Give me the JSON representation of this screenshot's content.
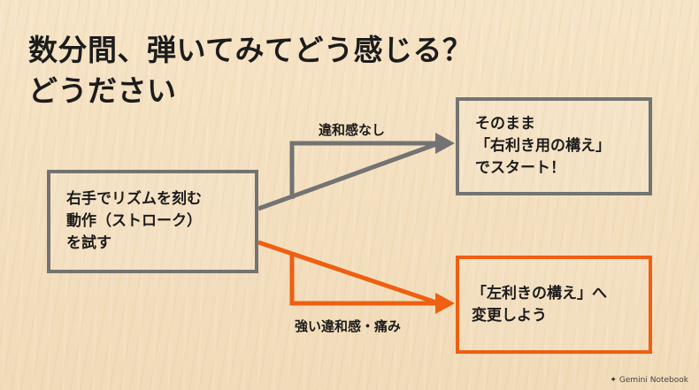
{
  "title": {
    "line1": "数分間、弾いてみてどう感じる？",
    "line2": "どうださい"
  },
  "start_box": {
    "lines": [
      "右手でリズムを刻む",
      "動作（ストローク）",
      "を試す"
    ]
  },
  "right_box": {
    "lines": [
      "そのまま",
      "「右利き用の構え」",
      "でスタート！"
    ]
  },
  "left_box": {
    "lines": [
      "「左利きの構え」へ",
      "変更しよう"
    ]
  },
  "arrow_labels": {
    "no_discomfort": "違和感なし",
    "strong_discomfort": "強い違和感・痛み"
  },
  "brand": {
    "icon": "gemini-sparkle-icon",
    "name": "Gemini Notebook"
  },
  "colors": {
    "gray": "#737373",
    "orange": "#ee5f12",
    "text": "#1c1c1c",
    "background": "#f3dfc0"
  }
}
